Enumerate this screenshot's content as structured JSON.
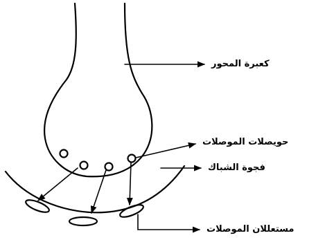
{
  "labels": {
    "axon_terminal": "كعبرة المحور",
    "synaptic_vesicles": "حويصلات الموصلات",
    "synaptic_cleft": "فجوة الشباك",
    "neurotransmitter_receptors": "مستعللان الموصلات"
  }
}
